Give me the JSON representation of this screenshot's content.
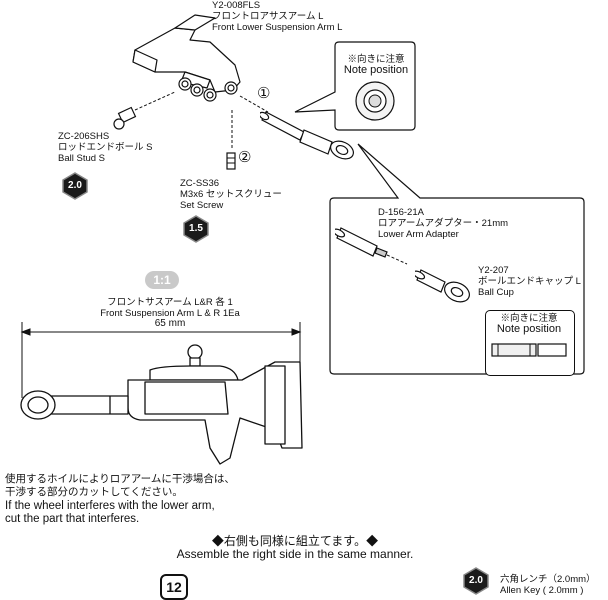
{
  "part_arm": {
    "code": "Y2-008FLS",
    "jp": "フロントロアサスアーム L",
    "en": "Front Lower Suspension Arm L"
  },
  "note_top": {
    "jp": "※向きに注意",
    "en": "Note position"
  },
  "step1": "①",
  "step2": "②",
  "ball_stud": {
    "code": "ZC-206SHS",
    "jp": "ロッドエンドボール S",
    "en": "Ball Stud S",
    "tool": "2.0"
  },
  "set_screw": {
    "code": "ZC-SS36",
    "size": "M3x6",
    "jp": "セットスクリュー",
    "en": "Set Screw",
    "tool": "1.5"
  },
  "adapter": {
    "code": "D-156-21A",
    "jp": "ロアアームアダプター・21mm",
    "en": "Lower Arm Adapter"
  },
  "ball_cup": {
    "code": "Y2-207",
    "jp": "ボールエンドキャップ L",
    "en": "Ball Cup"
  },
  "note_inner": {
    "jp": "※向きに注意",
    "en": "Note position"
  },
  "scale_label": "1:1",
  "full_arm": {
    "jp": "フロントサスアーム L&R 各 1",
    "en": "Front Suspension Arm L & R 1Ea",
    "length": "65 mm"
  },
  "warning": {
    "jp1": "使用するホイルによりロアアームに干渉場合は、",
    "jp2": "干渉する部分のカットしてください。",
    "en1": "If the wheel interferes with the lower arm,",
    "en2": "cut the part that interferes."
  },
  "assemble": {
    "jp": "◆右側も同様に組立てます。◆",
    "en": "Assemble the right side in the same manner."
  },
  "page_number": "12",
  "tool_legend": {
    "value": "2.0",
    "jp": "六角レンチ（2.0mm）",
    "en": "Allen Key ( 2.0mm )"
  }
}
